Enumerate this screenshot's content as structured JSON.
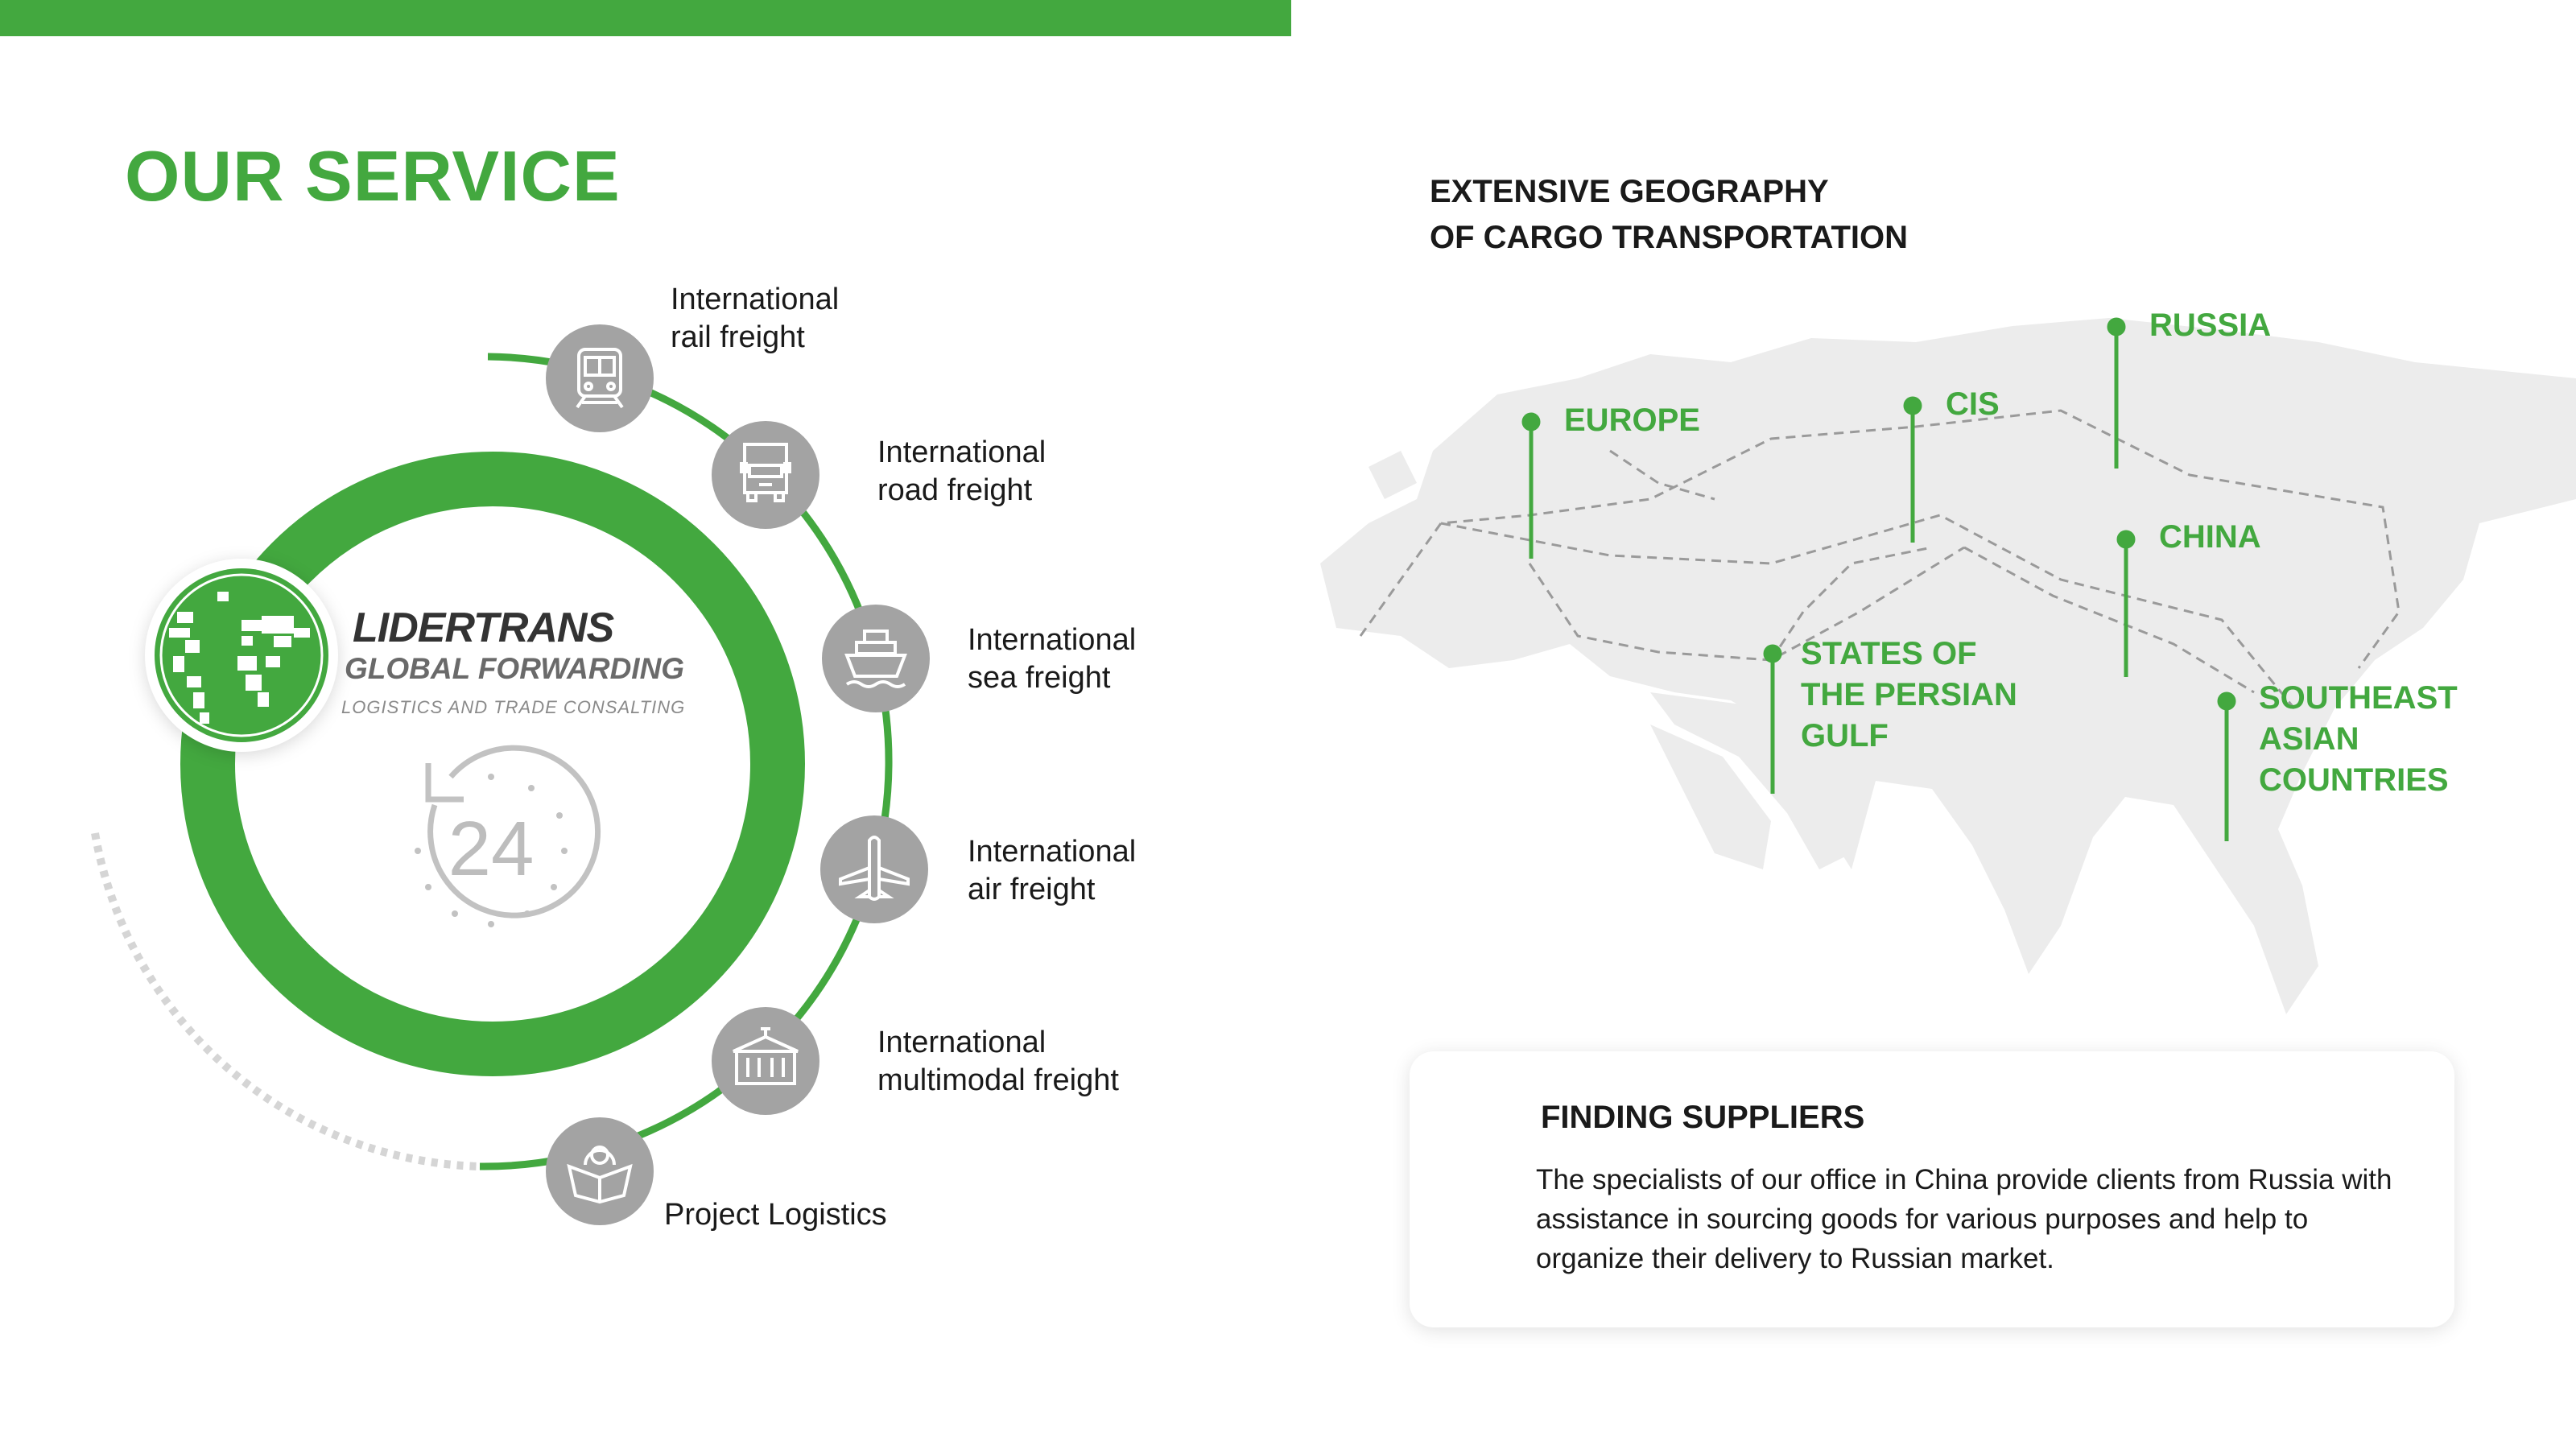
{
  "header": {
    "title": "OUR SERVICE"
  },
  "brand": {
    "name": "LIDERTRANS",
    "subtitle": "GLOBAL FORWARDING",
    "tagline": "LOGISTICS AND TRADE CONSALTING",
    "clock_label": "24"
  },
  "services": [
    {
      "label": "International\nrail freight",
      "icon": "train-icon"
    },
    {
      "label": "International\nroad freight",
      "icon": "truck-icon"
    },
    {
      "label": "International\nsea freight",
      "icon": "ship-icon"
    },
    {
      "label": "International\nair freight",
      "icon": "airplane-icon"
    },
    {
      "label": "International\nmultimodal freight",
      "icon": "container-crane-icon"
    },
    {
      "label": "Project Logistics",
      "icon": "box-gear-icon"
    }
  ],
  "geography": {
    "heading_line1": "EXTENSIVE GEOGRAPHY",
    "heading_line2": "OF CARGO TRANSPORTATION",
    "regions": [
      "EUROPE",
      "CIS",
      "RUSSIA",
      "CHINA",
      "STATES OF\nTHE PERSIAN\nGULF",
      "SOUTHEAST\nASIAN\nCOUNTRIES"
    ]
  },
  "card": {
    "title": "FINDING SUPPLIERS",
    "body": "The specialists of our office in China provide clients from Russia with assistance in sourcing goods for various purposes and help to organize their delivery to Russian market."
  },
  "colors": {
    "accent": "#43a83f",
    "icon_bg": "#a3a3a3",
    "map": "#ececec"
  }
}
